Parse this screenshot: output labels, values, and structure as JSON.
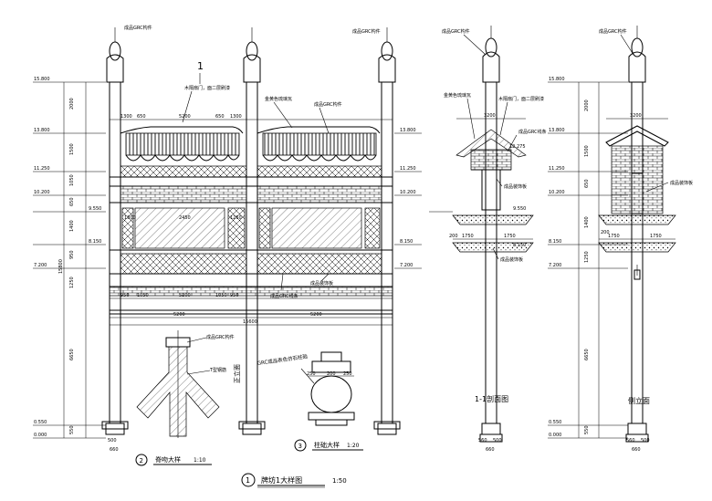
{
  "drawing": {
    "front_view": {
      "section_mark": "1",
      "view_title": "正立面",
      "callouts": {
        "c1": "木隔扇门，面二层刷漆",
        "c2": "金黄色琉璃瓦",
        "c3": "成品GRC构件",
        "c4": "成品GRC线条",
        "c5": "成品装饰板",
        "c6": "GRC成品表色仿石柱础"
      },
      "left_elevations": [
        "15.800",
        "13.800",
        "11.250",
        "10.200",
        "9.550",
        "8.150",
        "7.200",
        "0.550",
        "0.000"
      ],
      "left_dims": [
        "2000",
        "1500",
        "1050",
        "650",
        "1400",
        "950",
        "1250",
        "6650",
        "550",
        "15800"
      ],
      "right_elevations": [
        "13.800",
        "11.250",
        "10.200",
        "8.150",
        "7.200"
      ],
      "top_dims": [
        "1300",
        "650",
        "5200",
        "650",
        "1300"
      ],
      "mid_dims": [
        "1300",
        "1250",
        "2450"
      ],
      "bottom_dims": [
        "950",
        "1050",
        "5200",
        "1050",
        "950",
        "5200",
        "5200",
        "15600"
      ],
      "base_dims": [
        "660",
        "500"
      ]
    },
    "detail_2": {
      "number": "2",
      "title": "脊吻大样",
      "scale": "1:10",
      "labels": [
        "成品GRC构件",
        "T型钢筋"
      ]
    },
    "detail_3": {
      "number": "3",
      "title": "柱础大样",
      "scale": "1:20",
      "dims": [
        "250",
        "200",
        "250"
      ]
    },
    "section_1_1": {
      "title": "1-1剖面图",
      "callouts": [
        "成品GRC构件",
        "金黄色琉璃瓦",
        "木隔扇门，面二层刷漆",
        "成品GRC线条",
        "成品装饰板",
        "成品装饰板"
      ],
      "elevations": [
        "12.275",
        "9.550",
        "8.150"
      ],
      "dims": [
        "3200",
        "1750",
        "1750",
        "200",
        "560",
        "500",
        "660"
      ]
    },
    "side_view": {
      "title": "侧立面",
      "callouts": [
        "成品GRC构件",
        "成品装饰板"
      ],
      "left_elevations": [
        "15.800",
        "13.800",
        "11.250",
        "10.200",
        "8.150",
        "7.200",
        "0.550",
        "0.000"
      ],
      "left_dims": [
        "2000",
        "1500",
        "650",
        "1400",
        "1250",
        "6650",
        "550"
      ],
      "dims": [
        "3200",
        "1750",
        "1750",
        "200",
        "560",
        "500",
        "660"
      ]
    },
    "sheet_title": {
      "number": "1",
      "title": "牌坊1大样图",
      "scale": "1:50"
    }
  }
}
